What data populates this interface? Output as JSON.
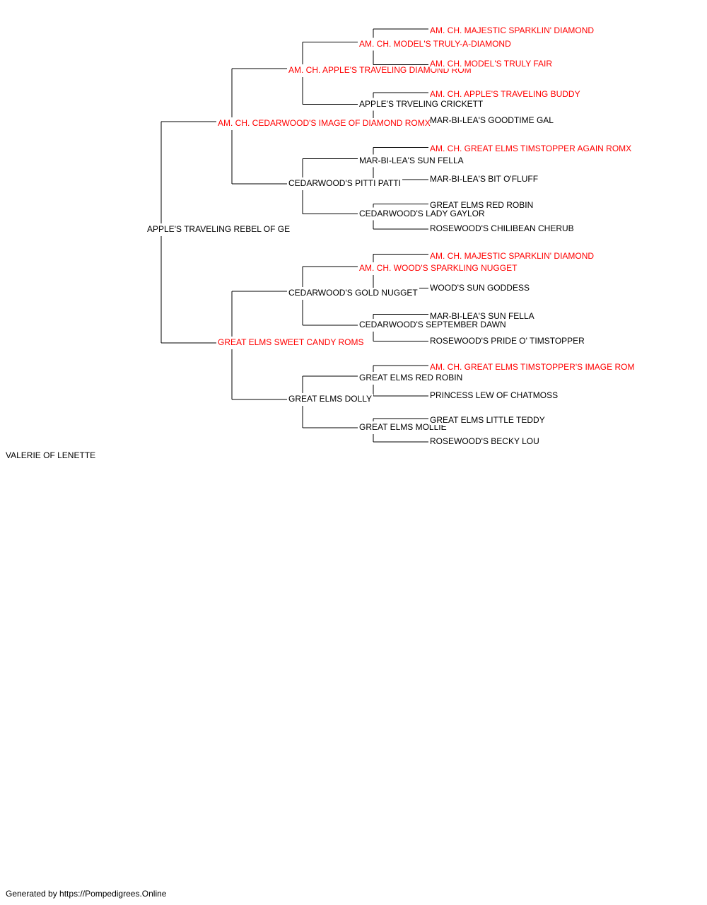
{
  "colors": {
    "champion_text": "#ff0000",
    "normal_text": "#000000",
    "connector": "#000000"
  },
  "subject": {
    "name": "VALERIE OF LENETTE",
    "champion": false
  },
  "pedigree": {
    "name": "APPLE'S TRAVELING REBEL OF GE",
    "champion": false,
    "sire": {
      "name": "AM. CH. CEDARWOOD'S IMAGE OF DIAMOND ROMX",
      "champion": true,
      "sire": {
        "name": "AM. CH. APPLE'S TRAVELING DIAMOND ROM",
        "champion": true,
        "sire": {
          "name": "AM. CH. MODEL'S TRULY-A-DIAMOND",
          "champion": true,
          "sire": {
            "name": "AM. CH. MAJESTIC SPARKLIN' DIAMOND",
            "champion": true
          },
          "dam": {
            "name": "AM. CH. MODEL'S TRULY FAIR",
            "champion": true
          }
        },
        "dam": {
          "name": "APPLE'S TRVELING CRICKETT",
          "champion": false,
          "sire": {
            "name": "AM. CH. APPLE'S TRAVELING BUDDY",
            "champion": true
          },
          "dam": {
            "name": "MAR-BI-LEA'S GOODTIME GAL",
            "champion": false
          }
        }
      },
      "dam": {
        "name": "CEDARWOOD'S PITTI PATTI",
        "champion": false,
        "sire": {
          "name": "MAR-BI-LEA'S SUN FELLA",
          "champion": false,
          "sire": {
            "name": "AM. CH. GREAT ELMS TIMSTOPPER AGAIN ROMX",
            "champion": true
          },
          "dam": {
            "name": "MAR-BI-LEA'S BIT O'FLUFF",
            "champion": false
          }
        },
        "dam": {
          "name": "CEDARWOOD'S LADY GAYLOR",
          "champion": false,
          "sire": {
            "name": "GREAT ELMS RED ROBIN",
            "champion": false
          },
          "dam": {
            "name": "ROSEWOOD'S CHILIBEAN CHERUB",
            "champion": false
          }
        }
      }
    },
    "dam": {
      "name": "GREAT ELMS SWEET CANDY ROMS",
      "champion": true,
      "sire": {
        "name": "CEDARWOOD'S GOLD NUGGET",
        "champion": false,
        "sire": {
          "name": "AM. CH. WOOD'S SPARKLING NUGGET",
          "champion": true,
          "sire": {
            "name": "AM. CH. MAJESTIC SPARKLIN' DIAMOND",
            "champion": true
          },
          "dam": {
            "name": "WOOD'S SUN GODDESS",
            "champion": false
          }
        },
        "dam": {
          "name": "CEDARWOOD'S SEPTEMBER DAWN",
          "champion": false,
          "sire": {
            "name": "MAR-BI-LEA'S SUN FELLA",
            "champion": false
          },
          "dam": {
            "name": "ROSEWOOD'S PRIDE O' TIMSTOPPER",
            "champion": false
          }
        }
      },
      "dam": {
        "name": "GREAT ELMS DOLLY",
        "champion": false,
        "sire": {
          "name": "GREAT ELMS RED ROBIN",
          "champion": false,
          "sire": {
            "name": "AM. CH. GREAT ELMS TIMSTOPPER'S IMAGE ROM",
            "champion": true
          },
          "dam": {
            "name": "PRINCESS LEW OF CHATMOSS",
            "champion": false
          }
        },
        "dam": {
          "name": "GREAT ELMS MOLLIE",
          "champion": false,
          "sire": {
            "name": "GREAT ELMS LITTLE TEDDY",
            "champion": false
          },
          "dam": {
            "name": "ROSEWOOD'S BECKY LOU",
            "champion": false
          }
        }
      }
    }
  },
  "footer": {
    "text": "Generated by https://Pompedigrees.Online"
  }
}
